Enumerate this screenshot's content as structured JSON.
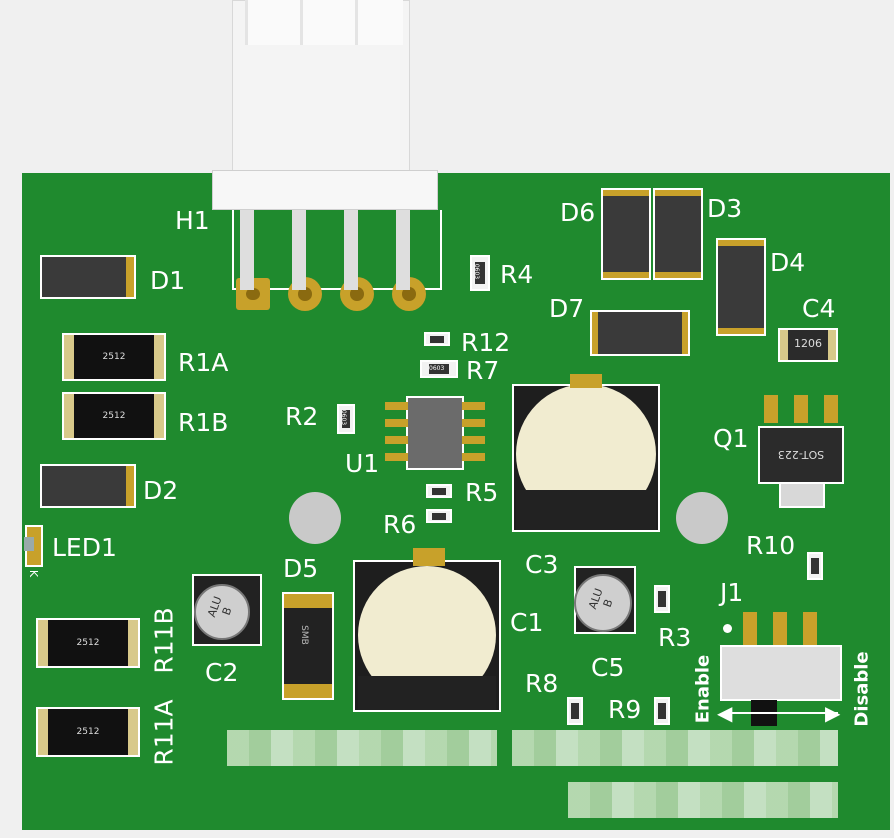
{
  "labels": {
    "h1": "H1",
    "d1": "D1",
    "r1a": "R1A",
    "r1b": "R1B",
    "d2": "D2",
    "led1": "LED1",
    "k": "K",
    "r11b": "R11B",
    "r11a": "R11A",
    "c2": "C2",
    "d5": "D5",
    "c1": "C1",
    "r2": "R2",
    "u1": "U1",
    "r4": "R4",
    "r12": "R12",
    "r7": "R7",
    "r5": "R5",
    "r6": "R6",
    "c3": "C3",
    "c5": "C5",
    "r3": "R3",
    "r8": "R8",
    "r9": "R9",
    "d6": "D6",
    "d3": "D3",
    "d4": "D4",
    "d7": "D7",
    "c4": "C4",
    "q1": "Q1",
    "r10": "R10",
    "j1": "J1",
    "enable": "Enable",
    "disable": "Disable"
  },
  "markings": {
    "r1a_code": "2512",
    "r1b_code": "2512",
    "r11b_code": "2512",
    "r11a_code": "2512",
    "c4_code": "1206",
    "q1_code": "SOT-223",
    "r2_code": "0603",
    "r7_code": "0603",
    "r4_code": "0603",
    "c2_cap": "ALU\nB",
    "c5_cap": "ALU\nB",
    "d5_code": "SMB"
  },
  "colors": {
    "board": "#1f8a2e",
    "silkscreen": "#ffffff",
    "pad": "#c8a12a",
    "package": "#3a3a3a"
  }
}
